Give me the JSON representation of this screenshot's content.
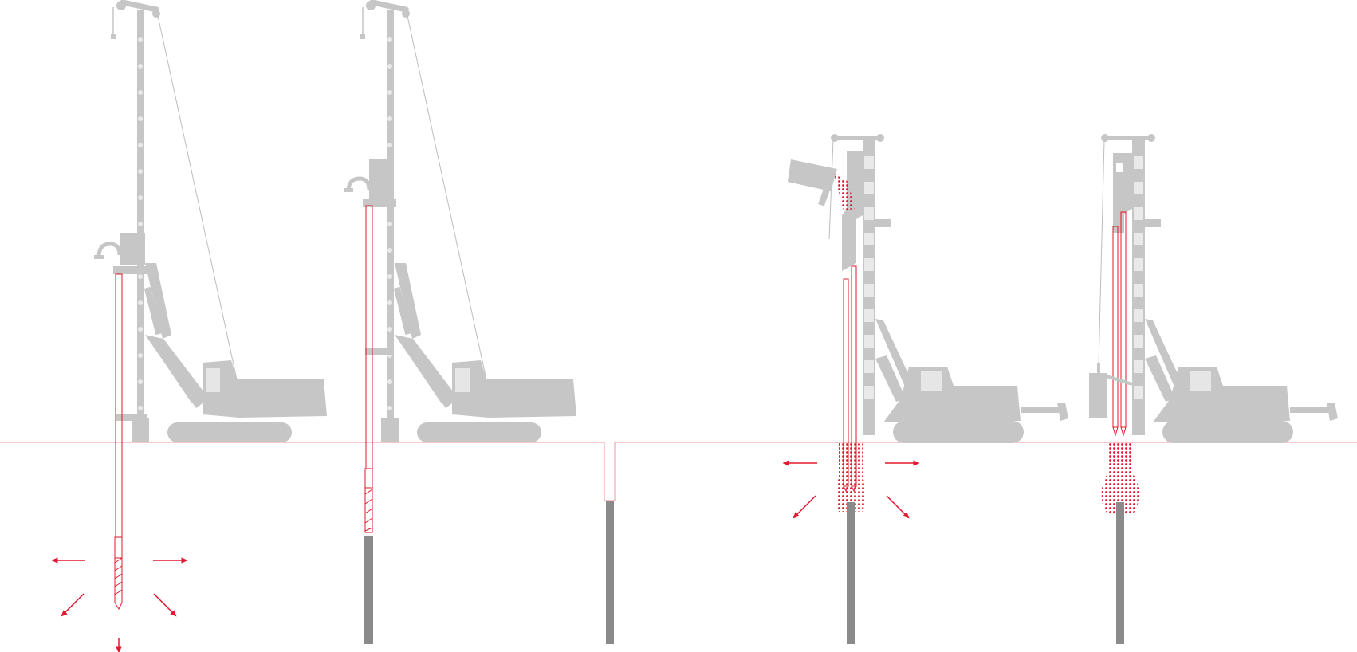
{
  "colors": {
    "machine": "#c6c6c6",
    "machine_light": "#e6e6e6",
    "accent": "#e3182f",
    "pile": "#8a8a8a",
    "ground": "#f0a6ae",
    "background": "#ffffff"
  },
  "stages": [
    {
      "id": "stage-1",
      "content": "auger-drilling-rig"
    },
    {
      "id": "stage-2",
      "content": "rig-withdrawing-auger-above-pile"
    },
    {
      "id": "stage-3",
      "content": "pile-in-open-bore"
    },
    {
      "id": "stage-4",
      "content": "rig-placing-gravel-around-pile-head"
    },
    {
      "id": "stage-5",
      "content": "rig-compacting-gravel-over-pile"
    }
  ],
  "icons": [
    "drilling-rig-icon",
    "auger-icon",
    "direction-arrow-icon",
    "gravel-bucket-icon"
  ]
}
